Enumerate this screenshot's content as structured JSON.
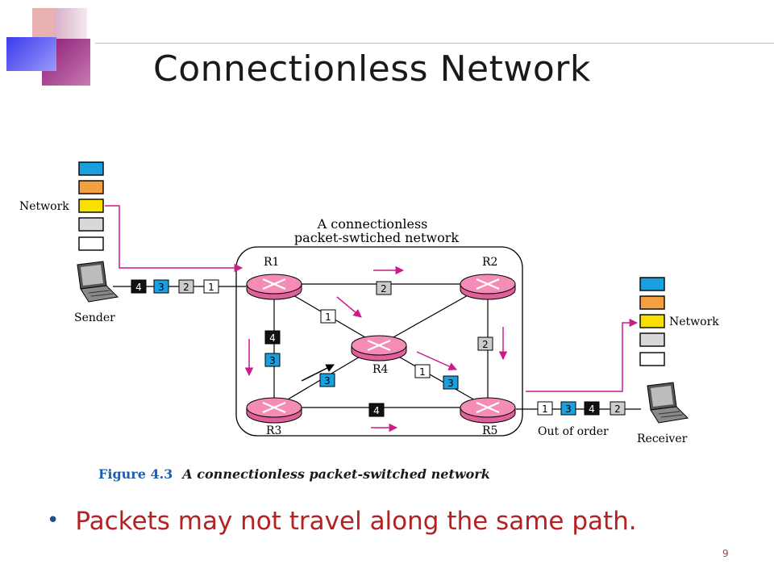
{
  "slide": {
    "title": "Connectionless Network",
    "bullet": "Packets may not travel along the same path.",
    "page_number": "9"
  },
  "figure": {
    "number": "Figure 4.3",
    "caption": "A connectionless packet-switched network",
    "network_title_line1": "A connectionless",
    "network_title_line2": "packet-swtiched network",
    "sender_label": "Sender",
    "receiver_label": "Receiver",
    "network_label_left": "Network",
    "network_label_right": "Network",
    "out_of_order_label": "Out of order",
    "routers": [
      "R1",
      "R2",
      "R3",
      "R4",
      "R5"
    ],
    "sender_queue": [
      "4",
      "3",
      "2",
      "1"
    ],
    "receiver_queue": [
      "1",
      "3",
      "4",
      "2"
    ],
    "in_network_packets": {
      "r1_r2": "2",
      "r1_r4": "1",
      "r1_r3_a": "4",
      "r1_r3_b": "3",
      "r3_r4": "3",
      "r4_r5_a": "1",
      "r4_r5_b": "3",
      "r2_r5": "2",
      "r3_r5": "4"
    },
    "stack_colors": [
      "#1aa0e0",
      "#f4a040",
      "#f8e000",
      "#d8d8d8",
      "#ffffff"
    ],
    "accent_color": "#cc1a88",
    "router_color": "#f07aa8"
  }
}
